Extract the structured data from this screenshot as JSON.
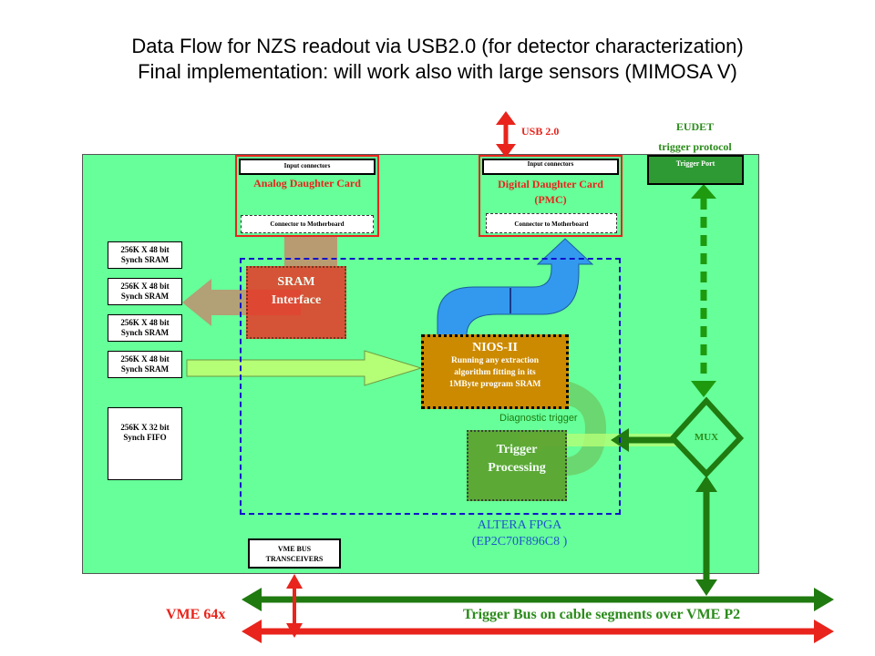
{
  "title_line1": "Data Flow for NZS readout via USB2.0 (for detector characterization)",
  "title_line2": "Final implementation: will work also with large sensors (MIMOSA V)",
  "usb_label": "USB 2.0",
  "eudet_line1": "EUDET",
  "eudet_line2": "trigger protocol",
  "trigger_port": "Trigger Port",
  "analog_card": {
    "input_conn": "Input connectors",
    "name": "Analog Daughter Card",
    "mb_conn": "Connector to Motherboard"
  },
  "digital_card": {
    "input_conn": "Input connectors",
    "name_line1": "Digital Daughter Card",
    "name_line2": "(PMC)",
    "mb_conn": "Connector to Motherboard"
  },
  "memories": [
    {
      "line1": "256K X 48 bit",
      "line2": "Synch SRAM"
    },
    {
      "line1": "256K X 48 bit",
      "line2": "Synch SRAM"
    },
    {
      "line1": "256K X 48 bit",
      "line2": "Synch SRAM"
    },
    {
      "line1": "256K X 48 bit",
      "line2": "Synch SRAM"
    },
    {
      "line1": "256K X 32 bit",
      "line2": "Synch FIFO"
    }
  ],
  "sram_if": {
    "line1": "SRAM",
    "line2": "Interface"
  },
  "nios": {
    "name": "NIOS-II",
    "desc1": "Running any extraction",
    "desc2": "algorithm fitting in its",
    "desc3": "1MByte program SRAM"
  },
  "diag_trigger": "Diagnostic trigger",
  "trig_proc": {
    "line1": "Trigger",
    "line2": "Processing"
  },
  "mux": "MUX",
  "fpga": {
    "line1": "ALTERA FPGA",
    "line2": "(EP2C70F896C8 )"
  },
  "vme_trans": {
    "line1": "VME BUS",
    "line2": "TRANSCEIVERS"
  },
  "vme_label": "VME 64x",
  "trigger_bus": "Trigger Bus on cable segments over VME P2",
  "colors": {
    "board": "#66ff99",
    "red": "#e8241c",
    "green": "#1f7a0f",
    "blue": "#2e8be0",
    "orange": "#cc8a00"
  }
}
